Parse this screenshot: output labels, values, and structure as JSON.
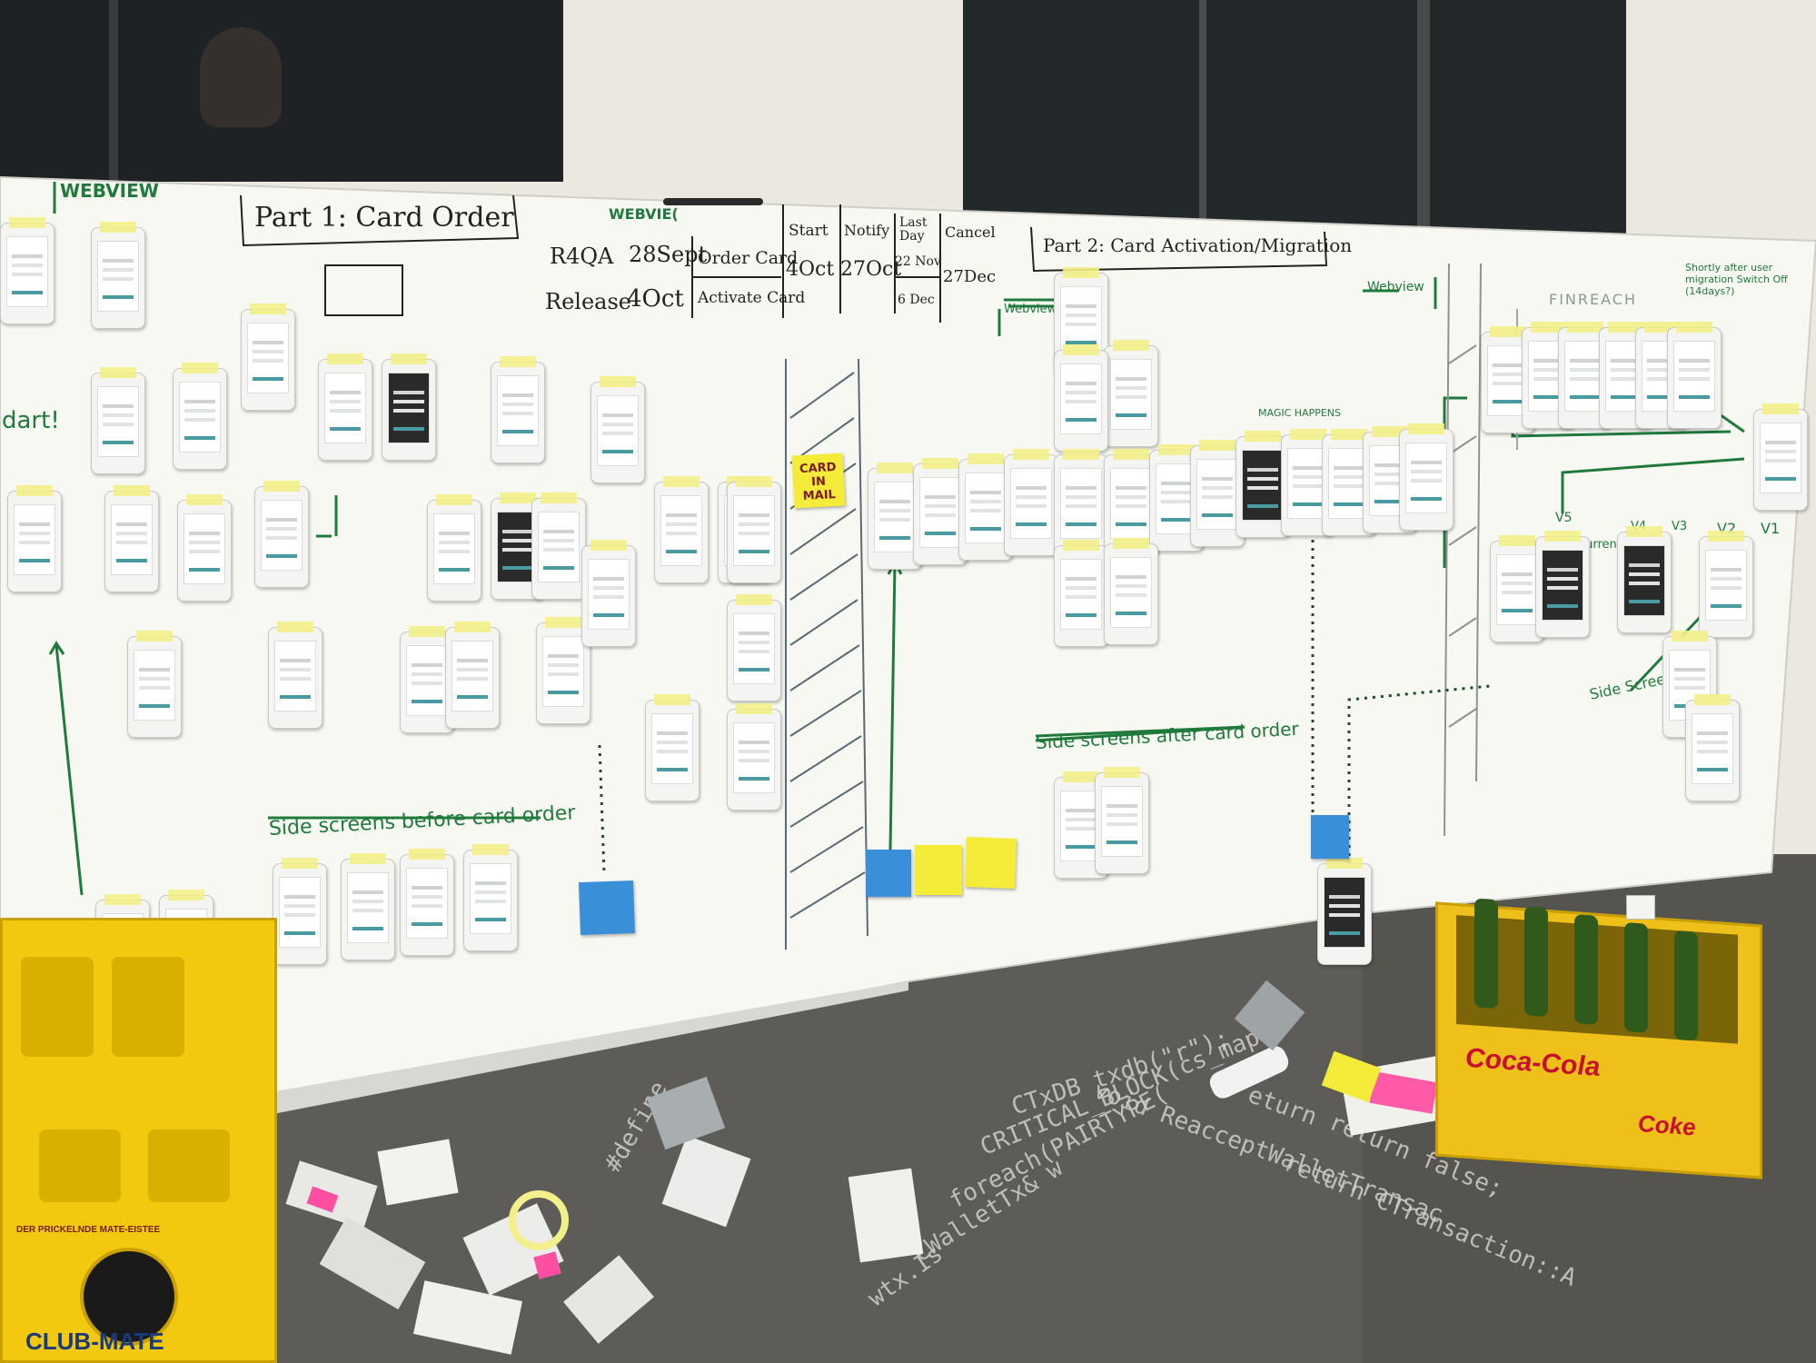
{
  "board": {
    "webview_top_left": "WEBVIEW",
    "part1_title": "Part 1: Card Order",
    "part2_title": "Part 2: Card Activation/Migration",
    "webview_header": "WEBVIE(",
    "r4qa_label": "R4QA",
    "r4qa_date": "28Sept",
    "release_label": "Release",
    "release_date": "4Oct",
    "order_card": "Order Card",
    "activate_card": "Activate Card",
    "col_start": "Start",
    "col_notify": "Notify",
    "col_last_day": "Last Day",
    "col_cancel": "Cancel",
    "start_val": "4Oct",
    "notify_val": "27Oct",
    "last_day_val_1": "22 Nov",
    "last_day_val_2": "6 Dec",
    "cancel_val": "27Dec",
    "webview_mid": "Webview",
    "webview_right": "Webview",
    "firreach": "FINREACH",
    "magic_happens": "MAGIC HAPPENS",
    "card_in_mail": "CARD IN MAIL",
    "side_screens_before": "Side screens before card order",
    "side_screens_after": "Side screens after card order",
    "side_screen_right": "Side Screen",
    "start_left": "dart!",
    "versions": [
      "V5",
      "current",
      "V4",
      "V3",
      "V2",
      "V1"
    ],
    "top_right_note": "Shortly after user migration Switch Off (14days?)"
  },
  "floor_code": [
    "CTxDB txdb(\"r\");",
    "CRITICAL_BLOCK(cs_mapW",
    "foreach(PAIRTYPE(",
    "CWalletTx& w",
    "wtx.Is",
    "void ReacceptWalletTransac",
    "return CTransaction::A",
    "return false;",
    "#define",
    "eturn"
  ],
  "crates": {
    "left_brand": "CLUB-MATE",
    "left_slogan": "DER PRICKELNDE MATE-EISTEE",
    "right_brand": "Coca-Cola",
    "right_coke": "Coke"
  },
  "colors": {
    "marker_green": "#1f7a3c",
    "sticky_yellow": "#f5ec3a",
    "sticky_blue": "#3a8fd9",
    "crate_yellow": "#f2c90f"
  }
}
